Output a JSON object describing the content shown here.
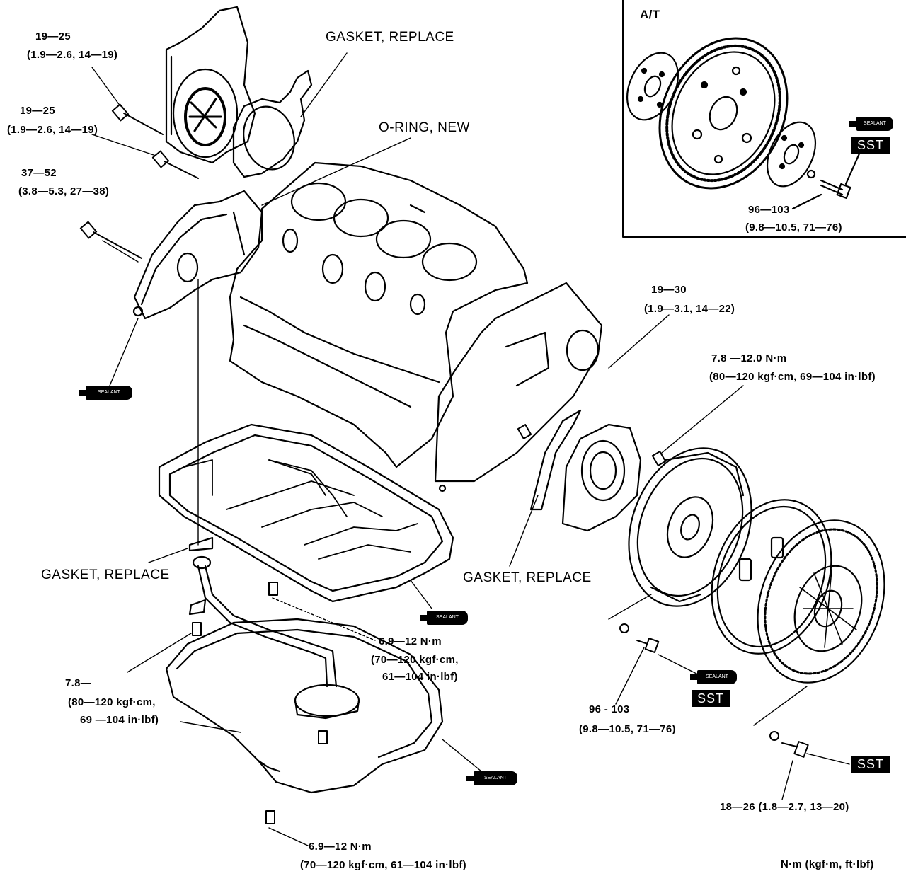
{
  "inset": {
    "title": "A/T",
    "sst": "SST",
    "torque_a": "96—103",
    "torque_b": "(9.8—10.5, 71—76)"
  },
  "labels": {
    "t_19_25_top_a": "19—25",
    "t_19_25_top_b": "(1.9—2.6, 14—19)",
    "t_19_25_mid_a": "19—25",
    "t_19_25_mid_b": "(1.9—2.6, 14—19)",
    "t_37_52_a": "37—52",
    "t_37_52_b": "(3.8—5.3, 27—38)",
    "gasket_top": "GASKET, REPLACE",
    "oring": "O-RING, NEW",
    "t_19_30_a": "19—30",
    "t_19_30_b": "(1.9—3.1, 14—22)",
    "t_78_a": "7.8 —12.0 N·m",
    "t_78_b": "(80—120 kgf·cm, 69—104 in·lbf)",
    "gasket_left": "GASKET, REPLACE",
    "gasket_mid": "GASKET, REPLACE",
    "t_69_mid_a": "6.9—12 N·m",
    "t_69_mid_b": "(70—120 kgf·cm,",
    "t_69_mid_c": "61—104 in·lbf)",
    "t_78_pan_a": "7.8—",
    "t_78_pan_b": "(80—120 kgf·cm,",
    "t_78_pan_c": "69 —104 in·lbf)",
    "t_96_a": "96 - 103",
    "t_96_b": "(9.8—10.5, 71—76)",
    "t_18_26": "18—26 (1.8—2.7, 13—20)",
    "t_69_bot_a": "6.9—12 N·m",
    "t_69_bot_b": "(70—120 kgf·cm, 61—104 in·lbf)",
    "units": "N·m (kgf·m, ft·lbf)",
    "sst": "SST",
    "sealant": "SEALANT"
  }
}
